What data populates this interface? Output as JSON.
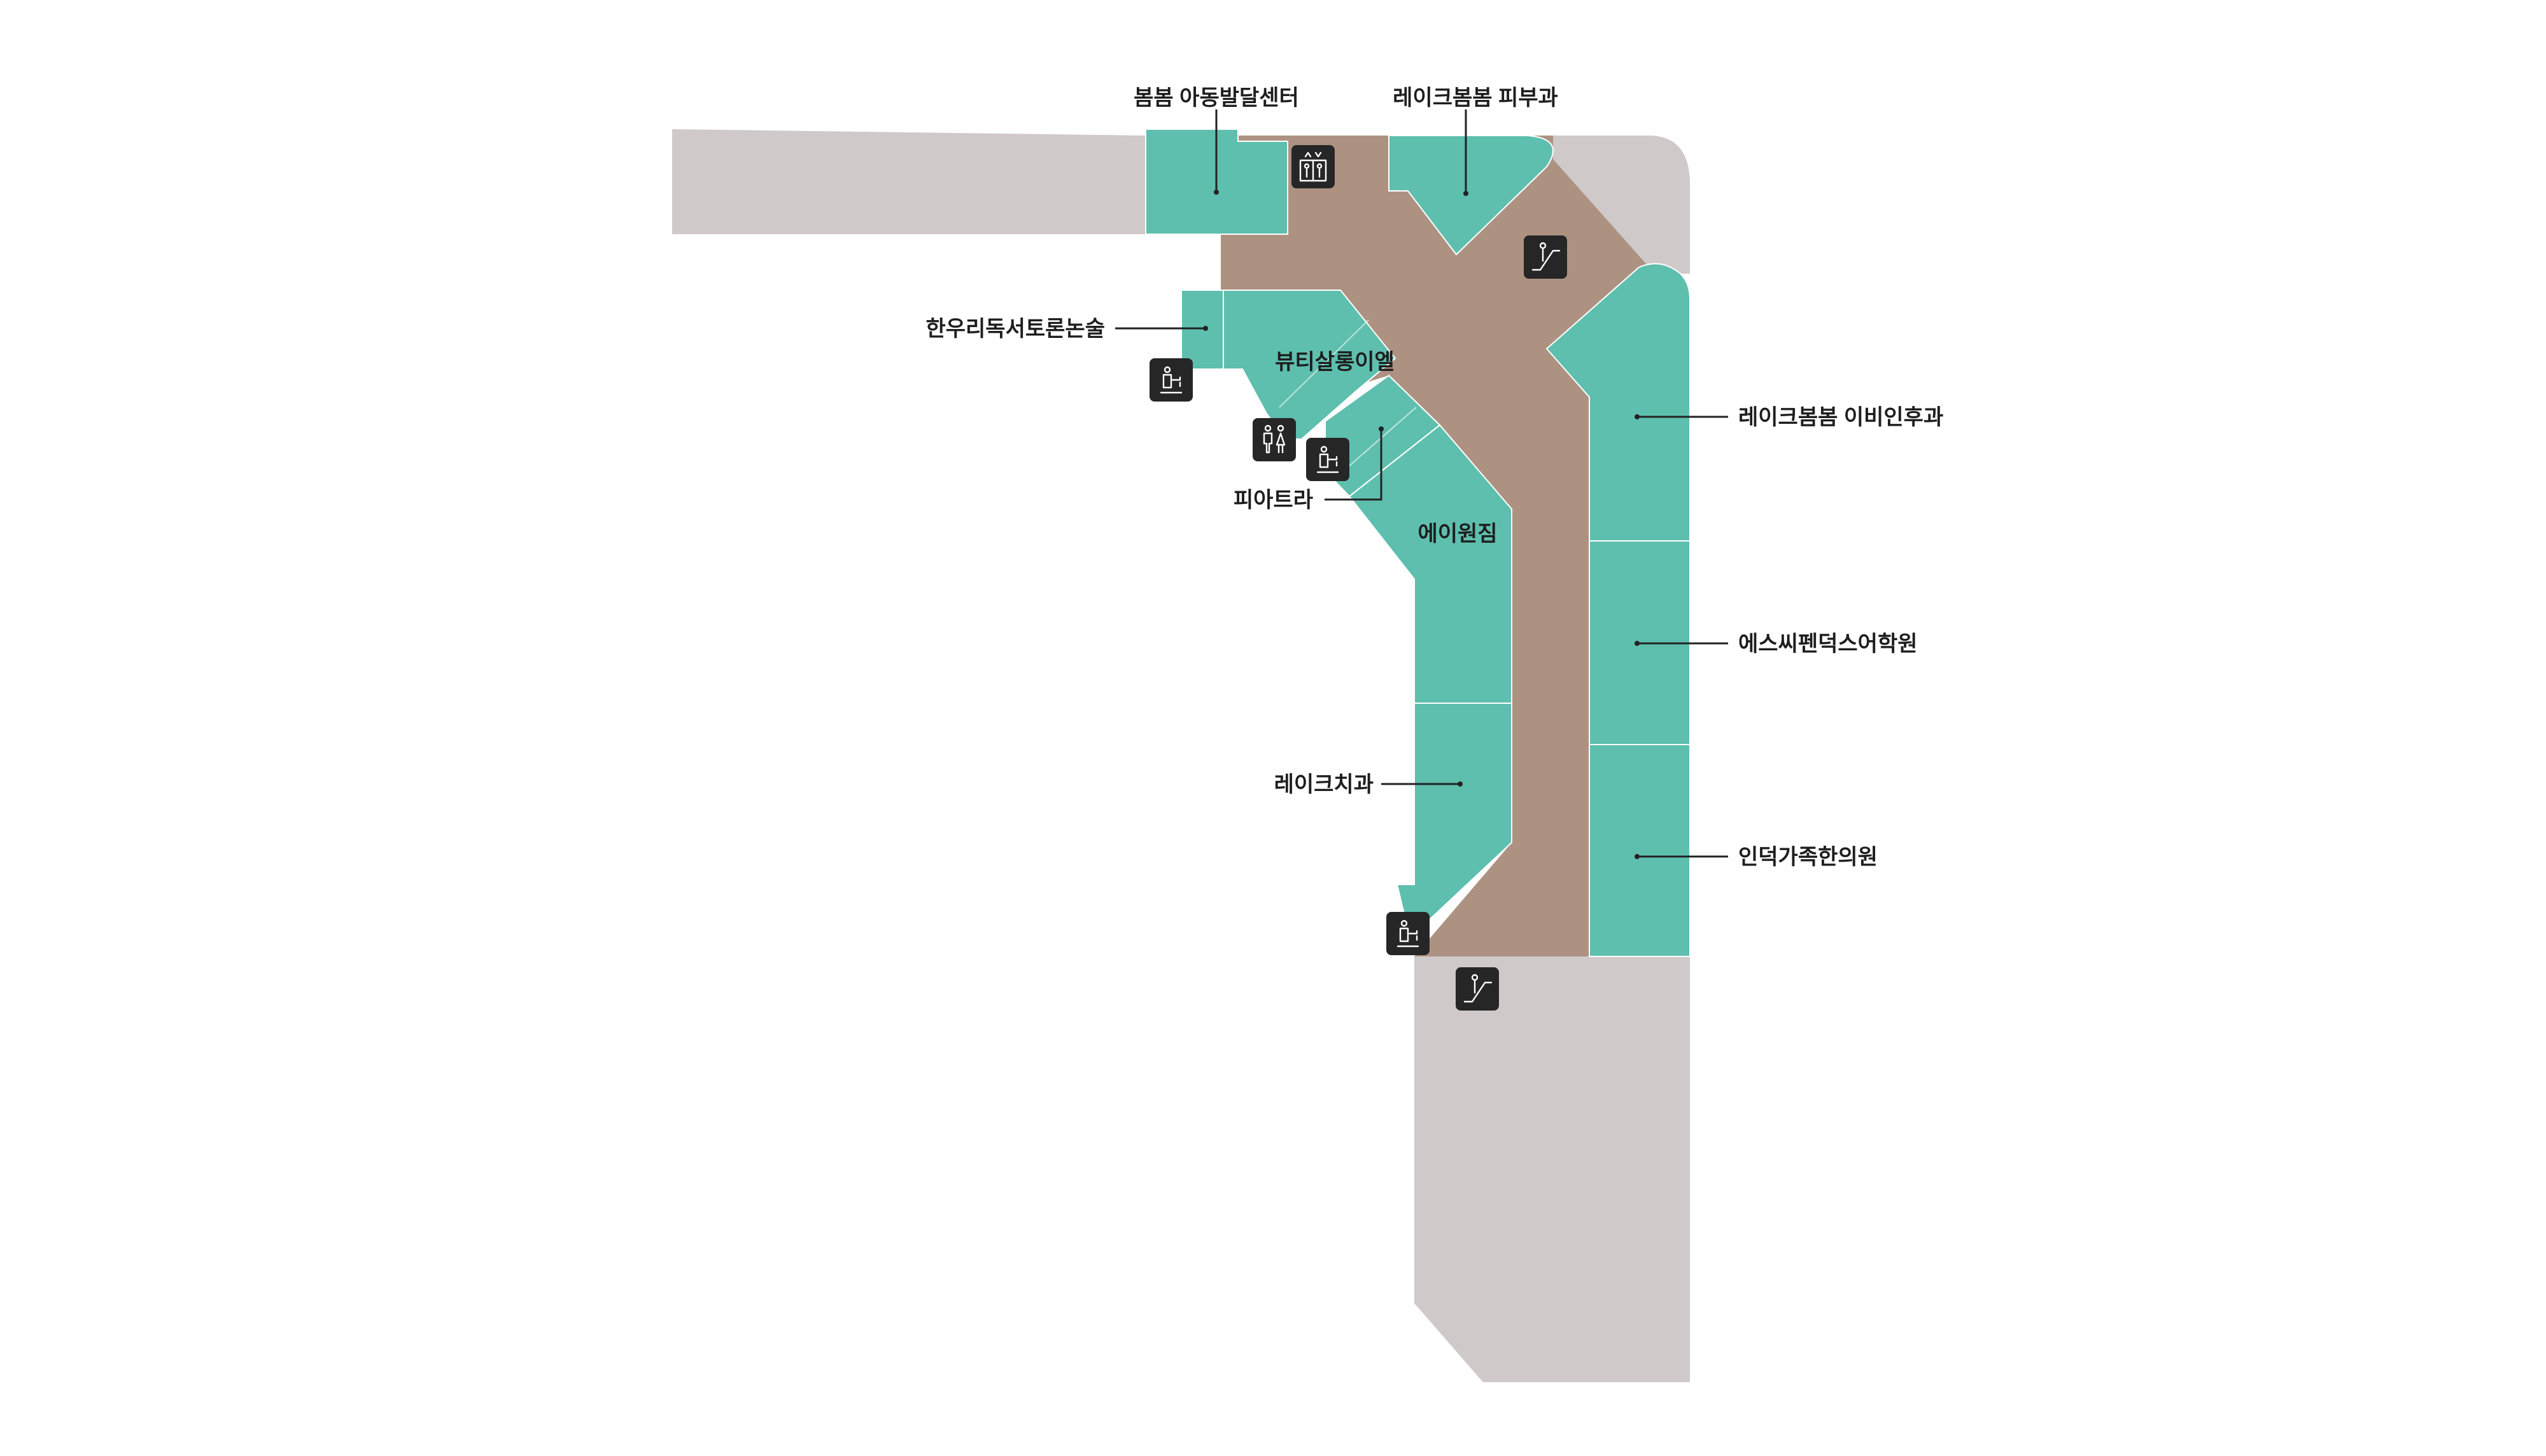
{
  "map": {
    "stores": [
      {
        "id": "bombom-child",
        "label": "봄봄 아동발달센터"
      },
      {
        "id": "lake-derm",
        "label": "레이크봄봄 피부과"
      },
      {
        "id": "hanwoori",
        "label": "한우리독서토론논술"
      },
      {
        "id": "beauty",
        "label": "뷰티살롱이엘"
      },
      {
        "id": "piatra",
        "label": "피아트라"
      },
      {
        "id": "agym",
        "label": "에이원짐"
      },
      {
        "id": "ent",
        "label": "레이크봄봄 이비인후과"
      },
      {
        "id": "dental",
        "label": "레이크치과"
      },
      {
        "id": "scipen",
        "label": "에스씨펜덕스어학원"
      },
      {
        "id": "indeok",
        "label": "인덕가족한의원"
      }
    ],
    "icons": [
      {
        "id": "elevator",
        "name": "elevator-icon"
      },
      {
        "id": "esc1",
        "name": "escalator-icon"
      },
      {
        "id": "ws1",
        "name": "water-station-icon"
      },
      {
        "id": "restroom",
        "name": "restroom-icon"
      },
      {
        "id": "ws2",
        "name": "water-station-icon"
      },
      {
        "id": "ws3",
        "name": "water-station-icon"
      },
      {
        "id": "esc2",
        "name": "escalator-icon"
      }
    ],
    "colors": {
      "store": "#5ebfae",
      "corridor": "#ad9282",
      "other_area": "#cfc9c9",
      "icon_bg": "#262626"
    }
  }
}
